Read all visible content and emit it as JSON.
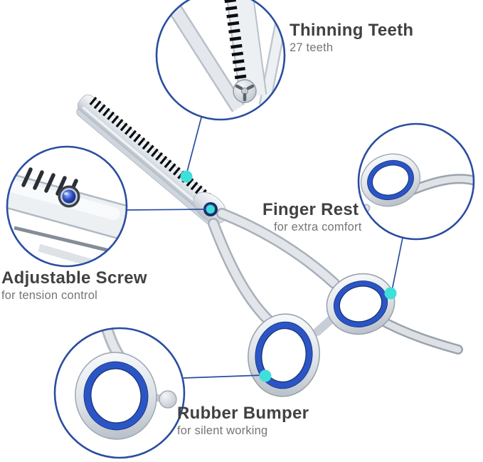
{
  "colors": {
    "accent_blue": "#2a4da0",
    "marker_cyan": "#3fe0da",
    "insert_blue": "#2b55c5",
    "title_text": "#414143",
    "subtitle_text": "#757577"
  },
  "annotations": [
    {
      "id": "thinning-teeth",
      "title": "Thinning Teeth",
      "subtitle": "27 teeth"
    },
    {
      "id": "finger-rest",
      "title": "Finger Rest",
      "subtitle": "for extra comfort"
    },
    {
      "id": "adjustable-screw",
      "title": "Adjustable Screw",
      "subtitle": "for tension control"
    },
    {
      "id": "rubber-bumper",
      "title": "Rubber Bumper",
      "subtitle": "for silent working"
    }
  ]
}
